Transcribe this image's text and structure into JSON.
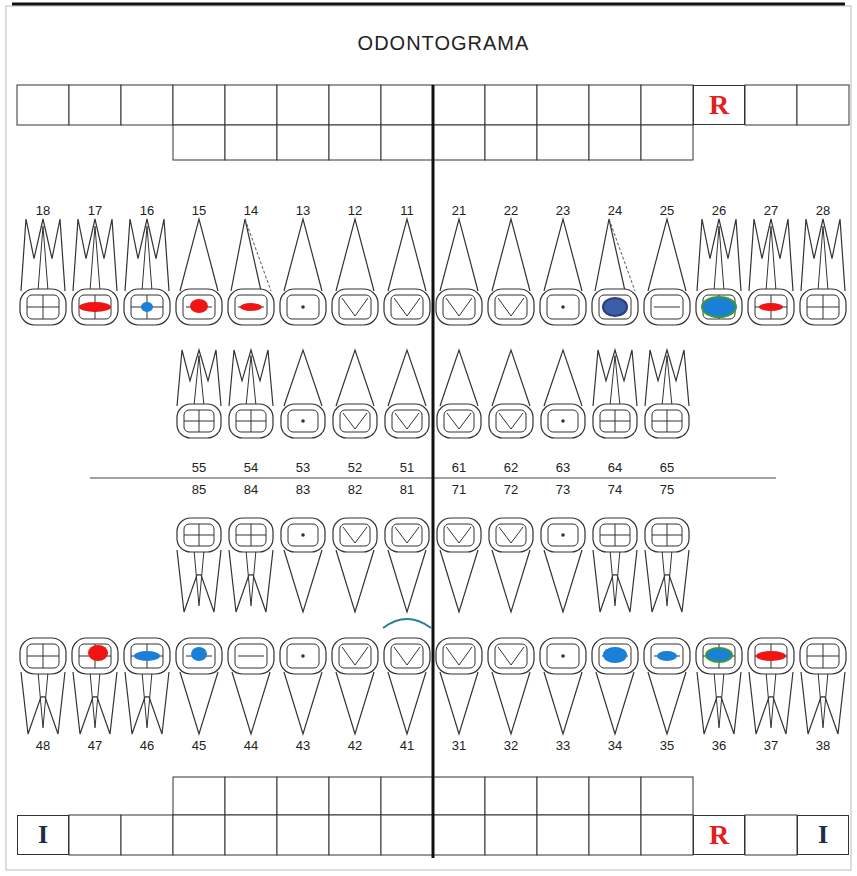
{
  "diagram": {
    "title": "ODONTOGRAMA",
    "nodes": [
      {
        "text": [
          "R"
        ]
      },
      {
        "text": [
          "I"
        ]
      },
      {
        "text": [
          "R"
        ]
      },
      {
        "text": [
          "I"
        ]
      }
    ],
    "labels": [
      "18",
      "17",
      "16",
      "15",
      "14",
      "13",
      "12",
      "11",
      "21",
      "22",
      "23",
      "24",
      "25",
      "26",
      "27",
      "28",
      "55",
      "54",
      "53",
      "52",
      "51",
      "61",
      "62",
      "63",
      "64",
      "65",
      "85",
      "84",
      "83",
      "82",
      "81",
      "71",
      "72",
      "73",
      "74",
      "75",
      "48",
      "47",
      "46",
      "45",
      "44",
      "43",
      "42",
      "41",
      "31",
      "32",
      "33",
      "34",
      "35",
      "36",
      "37",
      "38"
    ]
  }
}
